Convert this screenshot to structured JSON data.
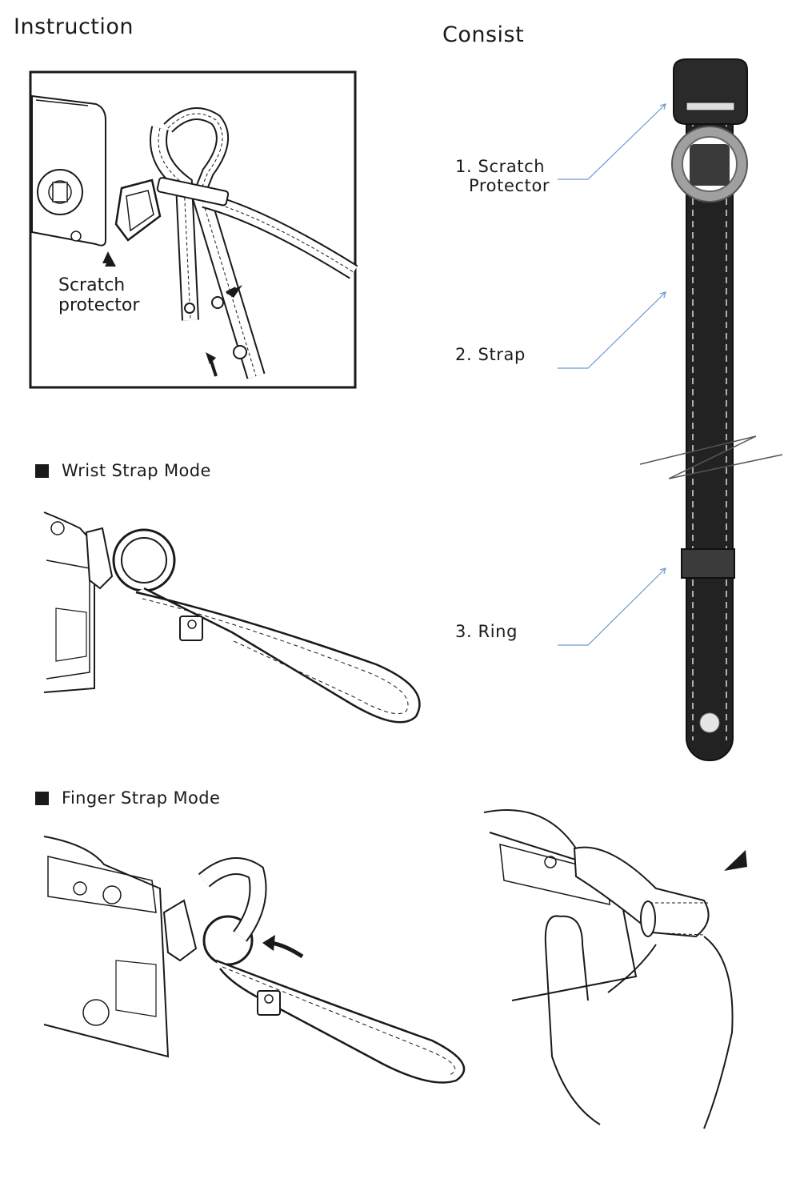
{
  "headings": {
    "instruction": "Instruction",
    "consist": "Consist"
  },
  "instruction_panel": {
    "callout": "Scratch\nprotector"
  },
  "consist_parts": [
    {
      "number": "1.",
      "line1": "Scratch",
      "line2": "Protector"
    },
    {
      "number": "2.",
      "line1": "Strap"
    },
    {
      "number": "3.",
      "line1": "Ring"
    }
  ],
  "modes": {
    "wrist": "Wrist  Strap Mode",
    "finger": "Finger  Strap Mode"
  },
  "colors": {
    "line_art": "#1a1a1a",
    "strap_fill": "#222222",
    "ring_fill": "#9a9a9a",
    "leader_lines": "#6a9ad0"
  }
}
